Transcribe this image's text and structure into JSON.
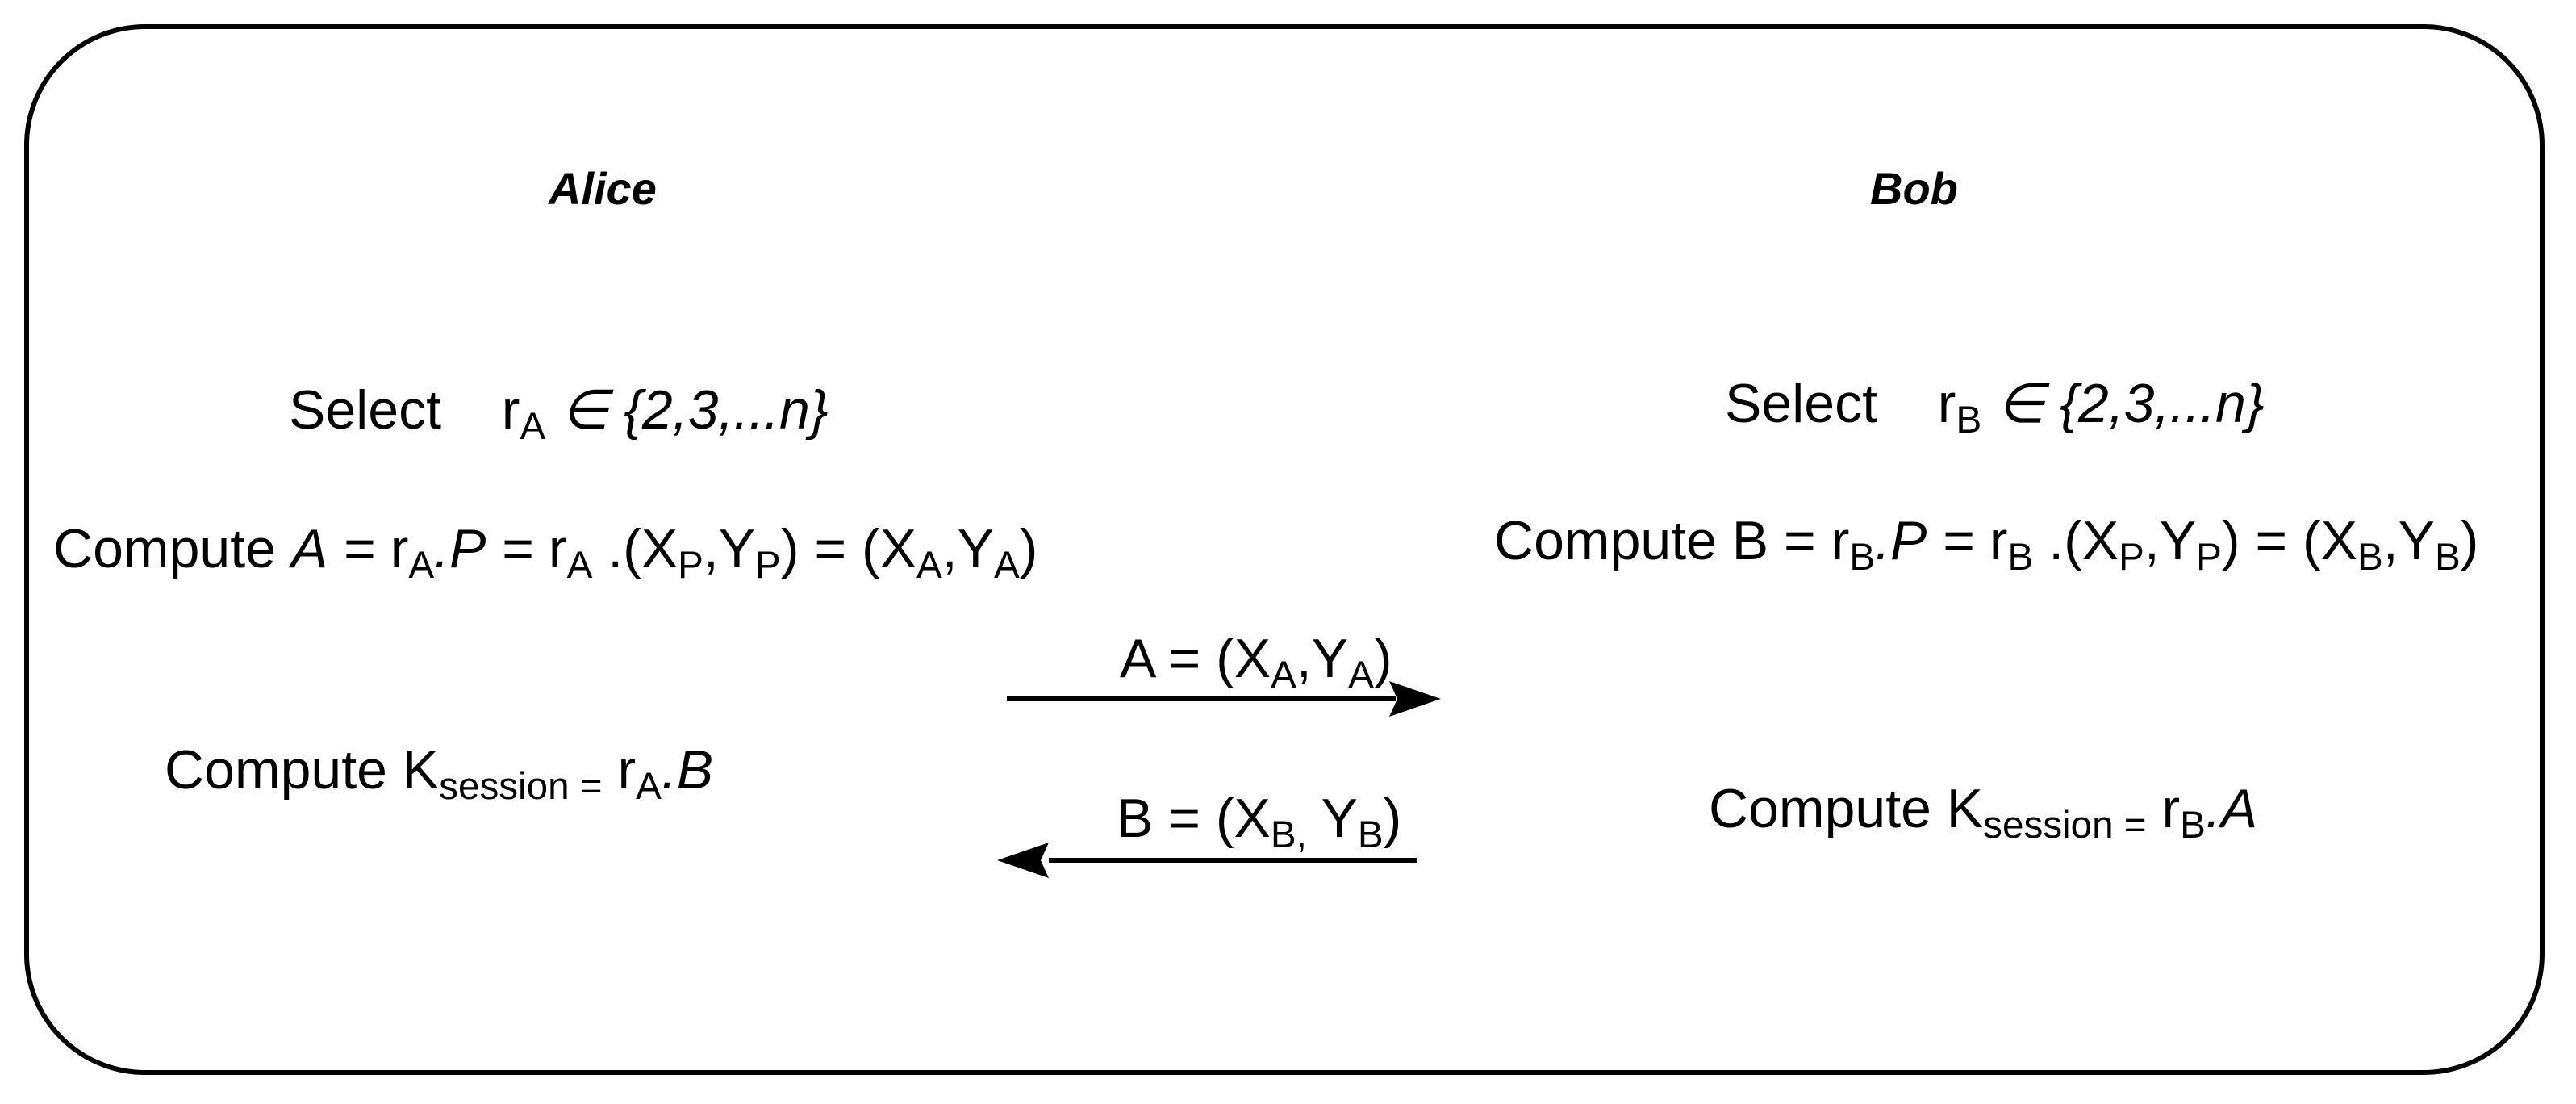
{
  "alice": {
    "name": "Alice",
    "select_word": "Select",
    "select_var": "r",
    "select_sub": "A",
    "select_set": "∈ {2,3,...n}",
    "compute_word": "Compute",
    "compute_A": "A",
    "compute_eq1": "=",
    "compute_r": "r",
    "compute_r_sub": "A",
    "compute_dot_P": ".P",
    "compute_eq2": "=",
    "compute_r2": "r",
    "compute_r2_sub": "A",
    "compute_tail1": ".(X",
    "compute_xp_sub": "P",
    "compute_tail2": ",Y",
    "compute_yp_sub": "P",
    "compute_tail3": ") = (X",
    "compute_xa_sub": "A",
    "compute_tail4": ",Y",
    "compute_ya_sub": "A",
    "compute_tail5": ")",
    "session_word": "Compute K",
    "session_sub": "session =",
    "session_r": " r",
    "session_r_sub": "A",
    "session_dot": ".",
    "session_var": "B"
  },
  "bob": {
    "name": "Bob",
    "select_word": "Select",
    "select_var": "r",
    "select_sub": "B",
    "select_set": "∈ {2,3,...n}",
    "compute_word": "Compute B =",
    "compute_r": "r",
    "compute_r_sub": "B",
    "compute_dot_P": ".P",
    "compute_eq2": "=",
    "compute_r2": "r",
    "compute_r2_sub": "B",
    "compute_tail1": ".(X",
    "compute_xp_sub": "P",
    "compute_tail2": ",Y",
    "compute_yp_sub": "P",
    "compute_tail3": ") = (X",
    "compute_xb_sub": "B",
    "compute_tail4": ",Y",
    "compute_yb_sub": "B",
    "compute_tail5": ")",
    "session_word": "Compute K",
    "session_sub": "session =",
    "session_r": " r",
    "session_r_sub": "B",
    "session_dot": ".",
    "session_var": "A"
  },
  "messages": {
    "to_bob_prefix": "A = (X",
    "to_bob_x_sub": "A",
    "to_bob_mid": ",Y",
    "to_bob_y_sub": "A",
    "to_bob_suffix": ")",
    "to_alice_prefix": "B = (X",
    "to_alice_x_sub": "B,",
    "to_alice_mid": " Y",
    "to_alice_y_sub": "B",
    "to_alice_suffix": ")"
  },
  "colors": {
    "stroke": "#000000",
    "background": "#ffffff"
  }
}
